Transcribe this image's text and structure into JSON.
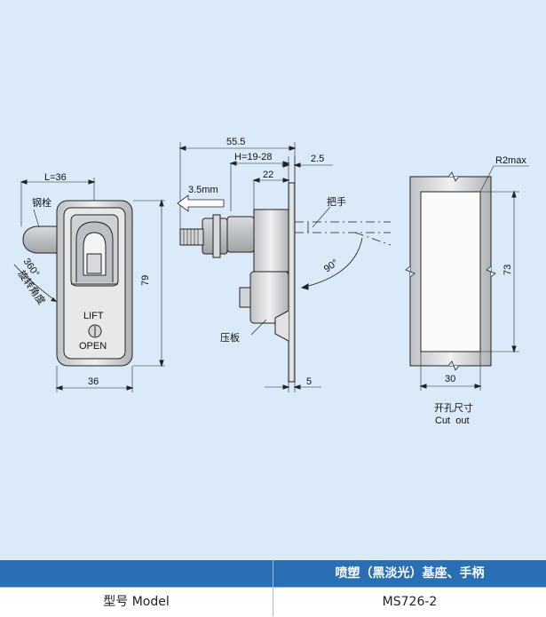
{
  "labels": {
    "l36": "L=36",
    "steel_pin": "钢栓",
    "rot_angle": "360°",
    "rot_label": "旋转角度",
    "lift": "LIFT",
    "open": "OPEN",
    "front_h": "79",
    "front_w": "36",
    "total_len": "55.5",
    "h_range": "H=19-28",
    "plate_t": "2.5",
    "thread": "3.5mm",
    "body22": "22",
    "handle": "把手",
    "angle90": "90°",
    "press_plate": "压板",
    "bottom5": "5",
    "r2max": "R2max",
    "cut_h": "73",
    "cut_w": "30",
    "cutout_cn": "开孔尺寸",
    "cutout_en": "Cut  out"
  },
  "table": {
    "header_right": "喷塑（黑淡光）基座、手柄",
    "row_label": "型号 Model",
    "row_value": "MS726-2"
  }
}
